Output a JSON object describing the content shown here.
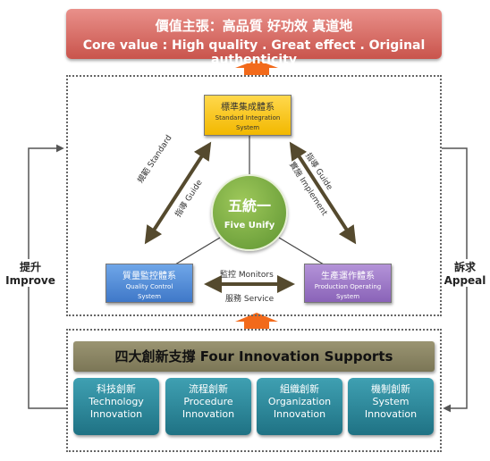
{
  "core": {
    "title_zh": "價值主張：高品質 好功效 真道地",
    "title_en": "Core value : High quality . Great effect . Original authenticity"
  },
  "systems": {
    "standard": {
      "zh": "標準集成體系",
      "en1": "Standard Integration",
      "en2": "System"
    },
    "quality": {
      "zh": "質量監控體系",
      "en1": "Quality Control",
      "en2": "System"
    },
    "production": {
      "zh": "生產運作體系",
      "en1": "Production Operating",
      "en2": "System"
    }
  },
  "center": {
    "zh": "五統一",
    "en": "Five Unify"
  },
  "edges": {
    "left_standard": "規範 Standard",
    "left_guide": "指導 Guide",
    "right_guide": "指導 Guide",
    "right_implement": "實施 Implement",
    "bottom_monitors": "監控 Monitors",
    "bottom_service": "服務 Service"
  },
  "side": {
    "improve_zh": "提升",
    "improve_en": "Improve",
    "appeal_zh": "訴求",
    "appeal_en": "Appeal"
  },
  "four_supports": "四大創新支撐 Four Innovation Supports",
  "innovations": [
    {
      "zh": "科技創新",
      "en1": "Technology",
      "en2": "Innovation"
    },
    {
      "zh": "流程創新",
      "en1": "Procedure",
      "en2": "Innovation"
    },
    {
      "zh": "組織創新",
      "en1": "Organization",
      "en2": "Innovation"
    },
    {
      "zh": "機制創新",
      "en1": "System",
      "en2": "Innovation"
    }
  ],
  "colors": {
    "core": "#c9544c",
    "arrow_orange": "#f26a1b",
    "standard": "#f2b800",
    "quality": "#3f78c8",
    "production": "#8a63b8",
    "unify": "#5e9432",
    "supports": "#7b7656",
    "innovation": "#1f7284",
    "connector": "#554a2e"
  }
}
